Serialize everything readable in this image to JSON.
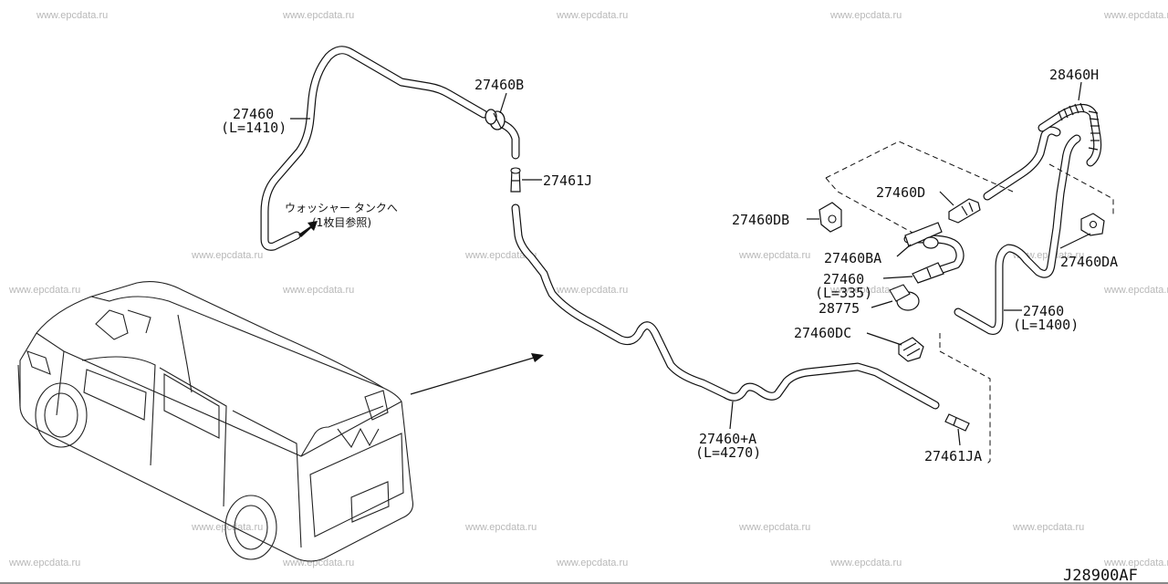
{
  "watermark": "www.epcdata.ru",
  "diagram_code": "J28900AF",
  "labels": {
    "p27460": "27460",
    "p27460_len": "(L=1410)",
    "p27460B": "27460B",
    "p27461J": "27461J",
    "washer_note_1": "ウォッシャー タンクへ",
    "washer_note_2": "(1枚目参照)",
    "p28460H": "28460H",
    "p27460D": "27460D",
    "p27460DB": "27460DB",
    "p27460BA": "27460BA",
    "p27460DA": "27460DA",
    "p27460_mid": "27460",
    "p27460_mid_len": "(L=335)",
    "p28775": "28775",
    "p27460_right": "27460",
    "p27460_right_len": "(L=1400)",
    "p27460DC": "27460DC",
    "p27460A": "27460+A",
    "p27460A_len": "(L=4270)",
    "p27461JA": "27461JA"
  }
}
